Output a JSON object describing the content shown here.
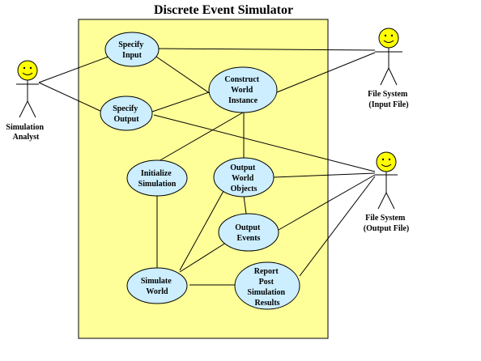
{
  "title": "Discrete Event Simulator",
  "colors": {
    "system_boundary": "#ffff99",
    "use_case_fill": "#cceeff",
    "actor_head": "#ffff00",
    "stroke": "#000000"
  },
  "use_cases": {
    "specify_input": [
      "Specify",
      "Input"
    ],
    "construct_world_instance": [
      "Construct",
      "World",
      "Instance"
    ],
    "specify_output": [
      "Specify",
      "Output"
    ],
    "initialize_simulation": [
      "Initialize",
      "Simulation"
    ],
    "output_world_objects": [
      "Output",
      "World",
      "Objects"
    ],
    "output_events": [
      "Output",
      "Events"
    ],
    "simulate_world": [
      "Simulate",
      "World"
    ],
    "report_post_simulation_results": [
      "Report",
      "Post",
      "Simulation",
      "Results"
    ]
  },
  "actors": {
    "simulation_analyst": [
      "Simulation",
      "Analyst"
    ],
    "file_system_input": [
      "File System",
      "(Input File)"
    ],
    "file_system_output": [
      "File System",
      "(Output File)"
    ]
  }
}
